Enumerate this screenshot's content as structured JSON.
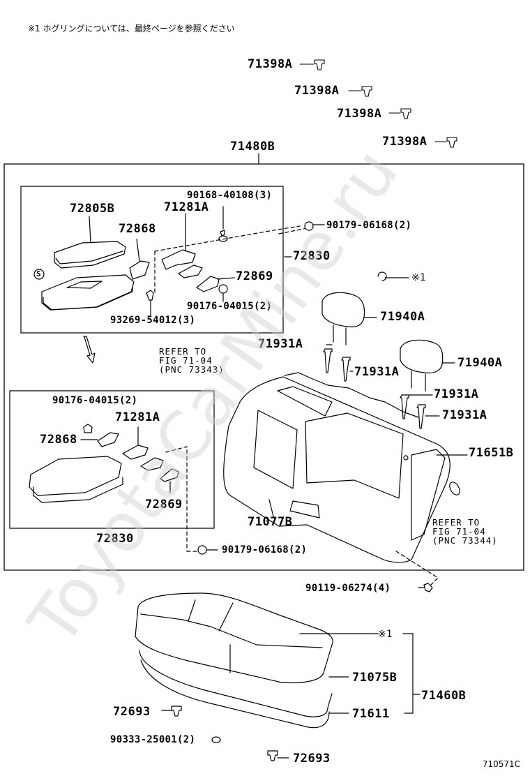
{
  "note": "※1  ホグリングについては、最終ページを参照ください",
  "watermark": "ToyotaCarMine.ru",
  "figure_code": "710571C",
  "labels": {
    "p71398A": "71398A",
    "p71480B": "71480B",
    "p72805B": "72805B",
    "p71281A": "71281A",
    "p90168": "90168-40108(3)",
    "p90179_top": "90179-06168(2)",
    "p72868": "72868",
    "p72830": "72830",
    "p72869": "72869",
    "p90176": "90176-04015(2)",
    "p93269": "93269-54012(3)",
    "star1": "※1",
    "p71940A": "71940A",
    "p71931A": "71931A",
    "p71651B": "71651B",
    "p71077B": "71077B",
    "p90179_bot": "90179-06168(2)",
    "p90119": "90119-06274(4)",
    "p71075B": "71075B",
    "p71460B": "71460B",
    "p72693": "72693",
    "p71611": "71611",
    "p90333": "90333-25001(2)",
    "s_mark": "S"
  },
  "refs": {
    "ref1": "REFER TO\nFIG 71-04\n(PNC 73343)",
    "ref2": "REFER TO\nFIG 71-04\n(PNC 73344)"
  }
}
